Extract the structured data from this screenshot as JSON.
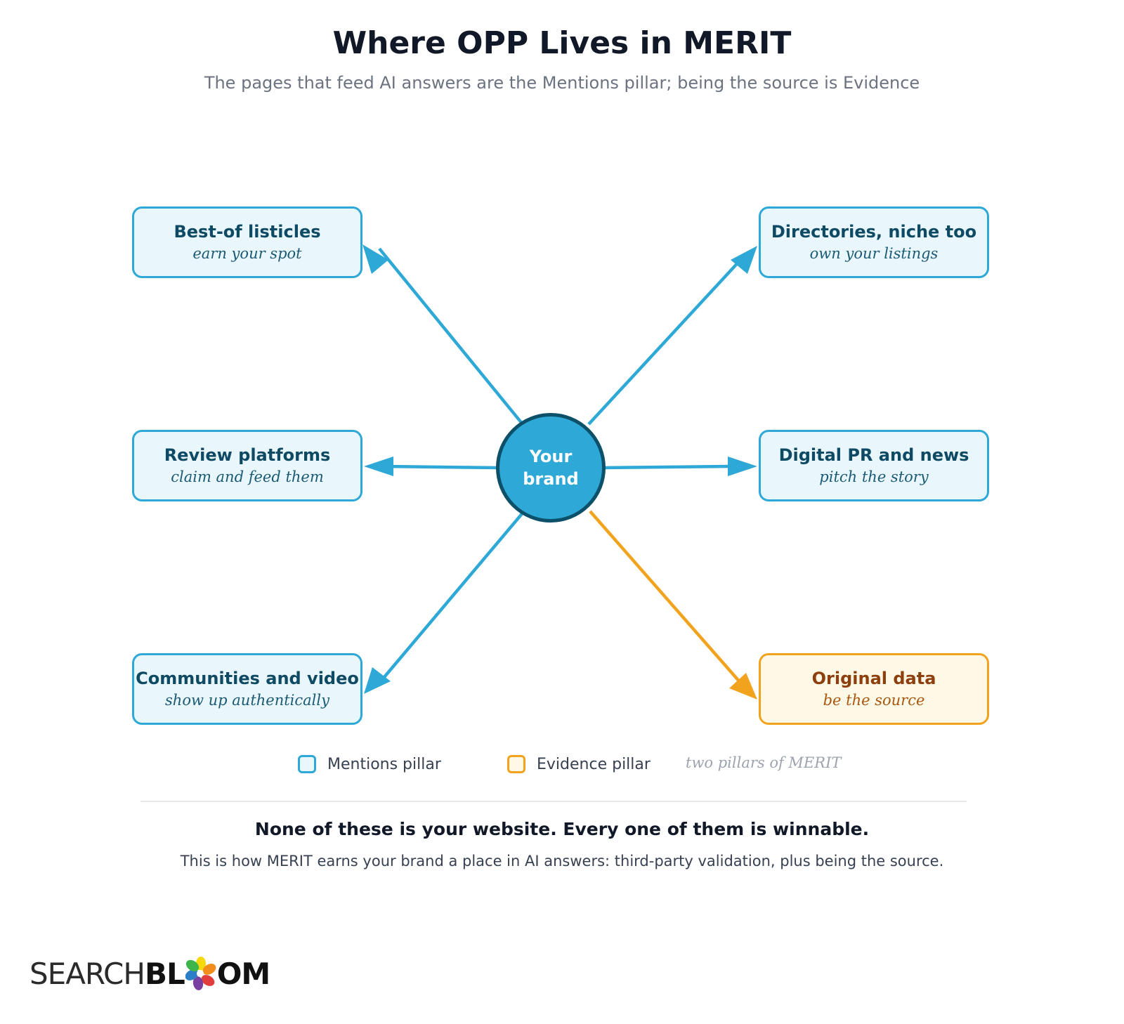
{
  "header": {
    "title": "Where OPP Lives in MERIT",
    "subtitle": "The pages that feed AI answers are the Mentions pillar; being the source is Evidence"
  },
  "center": {
    "label": "Your brand"
  },
  "nodes": [
    {
      "title": "Best-of listicles",
      "subtitle": "earn your spot",
      "pillar": "mentions"
    },
    {
      "title": "Directories, niche too",
      "subtitle": "own your listings",
      "pillar": "mentions"
    },
    {
      "title": "Review platforms",
      "subtitle": "claim and feed them",
      "pillar": "mentions"
    },
    {
      "title": "Digital PR and news",
      "subtitle": "pitch the story",
      "pillar": "mentions"
    },
    {
      "title": "Communities and video",
      "subtitle": "show up authentically",
      "pillar": "mentions"
    },
    {
      "title": "Original data",
      "subtitle": "be the source",
      "pillar": "evidence"
    }
  ],
  "legend": {
    "mentions": "Mentions pillar",
    "evidence": "Evidence pillar",
    "note": "two pillars of MERIT"
  },
  "footer": {
    "headline": "None of these is your website. Every one of them is winnable.",
    "text": "This is how MERIT earns your brand a place in AI answers: third-party validation, plus being the source."
  },
  "logo": {
    "part1": "SEARCH",
    "part2": "BL",
    "part3": "OM"
  },
  "colors": {
    "mentions": "#2ea8d6",
    "evidence": "#f2a31e",
    "center_border": "#0d5069"
  }
}
